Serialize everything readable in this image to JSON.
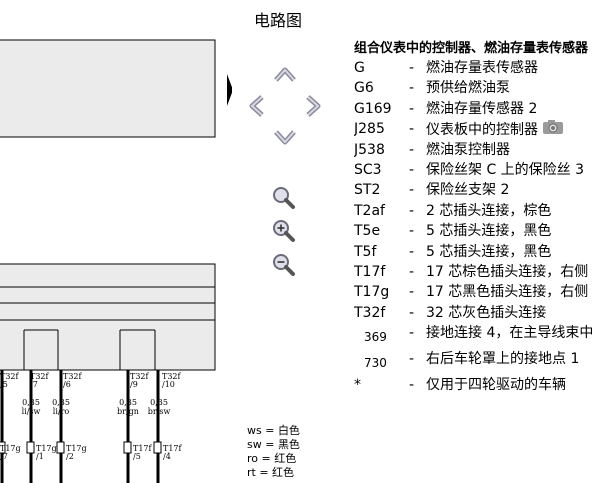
{
  "page": {
    "title": "电路图"
  },
  "legend": {
    "title": "组合仪表中的控制器、燃油存量表传感器",
    "items": [
      {
        "code": "G",
        "desc": "燃油存量表传感器"
      },
      {
        "code": "G6",
        "desc": "预供给燃油泵"
      },
      {
        "code": "G169",
        "desc": "燃油存量传感器 2"
      },
      {
        "code": "J285",
        "desc": "仪表板中的控制器",
        "icon": "camera-icon"
      },
      {
        "code": "J538",
        "desc": "燃油泵控制器"
      },
      {
        "code": "SC3",
        "desc": "保险丝架 C 上的保险丝 3"
      },
      {
        "code": "ST2",
        "desc": "保险丝支架 2"
      },
      {
        "code": "T2af",
        "desc": "2 芯插头连接，棕色"
      },
      {
        "code": "T5e",
        "desc": "5 芯插头连接，黑色"
      },
      {
        "code": "T5f",
        "desc": "5 芯插头连接，黑色"
      },
      {
        "code": "T17f",
        "desc": "17 芯棕色插头连接，右侧"
      },
      {
        "code": "T17g",
        "desc": "17 芯黑色插头连接，右侧"
      },
      {
        "code": "T32f",
        "desc": "32 芯灰色插头连接"
      },
      {
        "code": "369",
        "desc": "接地连接 4，在主导线束中"
      },
      {
        "code": "730",
        "desc": "右后车轮罩上的接地点 1"
      },
      {
        "code": "*",
        "desc": "仅用于四轮驱动的车辆"
      }
    ]
  },
  "color_key": [
    "ws = 白色",
    "sw = 黑色",
    "ro = 红色",
    "rt = 红色"
  ],
  "diagram": {
    "pins": [
      {
        "conn": "T32f",
        "pin": "/5"
      },
      {
        "conn": "T32f",
        "pin": "/7"
      },
      {
        "conn": "T32f",
        "pin": "/6"
      },
      {
        "conn": "T32f",
        "pin": "/9"
      },
      {
        "conn": "T32f",
        "pin": "/10"
      }
    ],
    "wires": [
      {
        "size": "0,35",
        "color": "li/sw"
      },
      {
        "size": "0,35",
        "color": "li/ro"
      },
      {
        "size": "0,35",
        "color": "br/gn"
      },
      {
        "size": "0,35",
        "color": "br/sw"
      }
    ],
    "lower_conns": [
      {
        "a": "T17g",
        "b": "/7"
      },
      {
        "a": "T17g",
        "b": "/1"
      },
      {
        "a": "T17g",
        "b": "/2"
      },
      {
        "a": "T17f",
        "b": "/5"
      },
      {
        "a": "T17f",
        "b": "/4"
      }
    ]
  }
}
